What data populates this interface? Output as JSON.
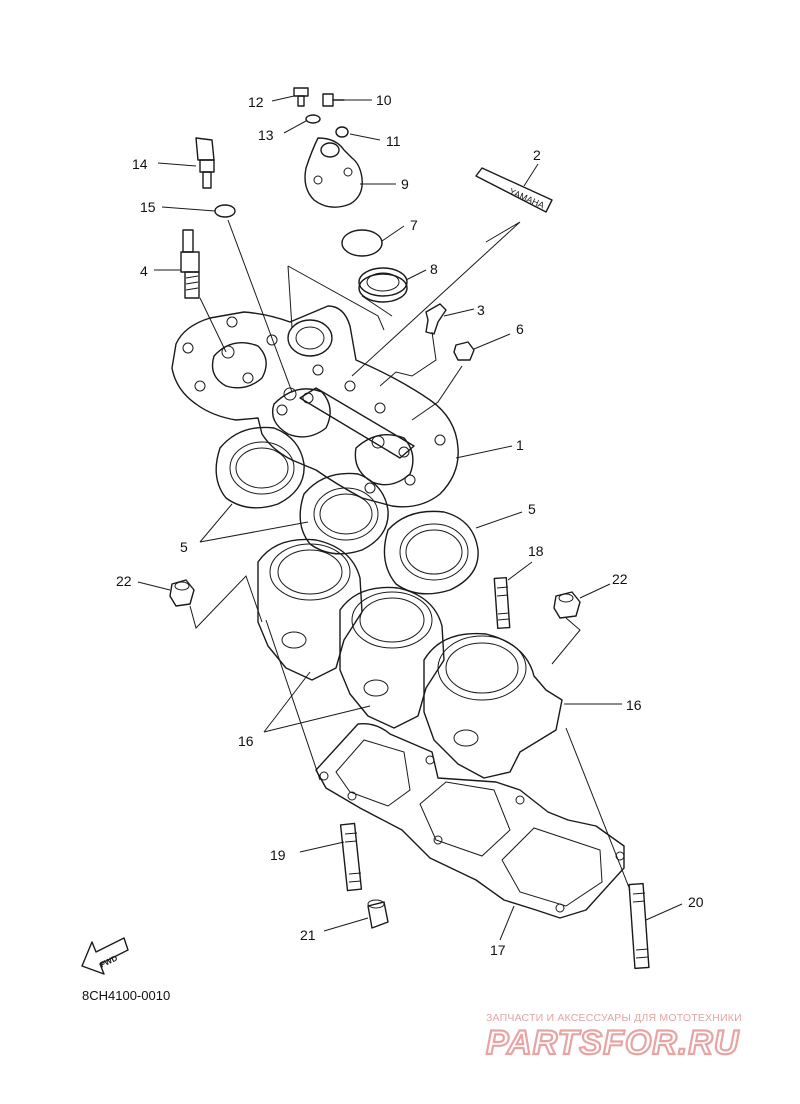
{
  "diagram": {
    "callouts": [
      "2",
      "3",
      "4",
      "5",
      "5",
      "6",
      "7",
      "8",
      "9",
      "10",
      "11",
      "12",
      "13",
      "14",
      "15",
      "1",
      "16",
      "16",
      "17",
      "18",
      "19",
      "20",
      "21",
      "22",
      "22"
    ],
    "fwd_label": "FWD",
    "catalog_code": "8CH4100-0010",
    "emblem_text": "YAMAHA"
  },
  "watermark": {
    "tagline": "ЗАПЧАСТИ И АКСЕССУАРЫ ДЛЯ МОТОТЕХНИКИ",
    "logo_text": "PARTSFOR.RU",
    "color": "#e8a3a3"
  }
}
